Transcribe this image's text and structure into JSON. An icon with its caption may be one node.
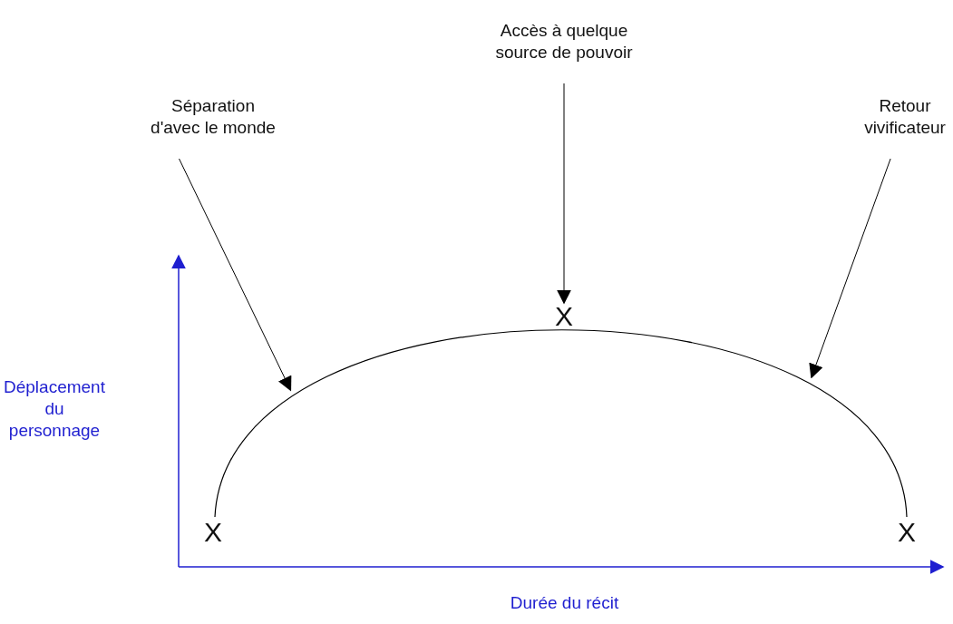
{
  "diagram": {
    "nodes": [
      {
        "text": [
          "Séparation d'avec le monde"
        ]
      },
      {
        "text": [
          "Accès à quelque source de pouvoir"
        ]
      },
      {
        "text": [
          "Retour vivificateur"
        ]
      },
      {
        "text": [
          "X"
        ]
      },
      {
        "text": [
          "X"
        ]
      },
      {
        "text": [
          "X"
        ]
      },
      {
        "text": [],
        "shape": "curve"
      }
    ],
    "edges": [
      {
        "from": 0,
        "to": 6,
        "arrow": "to"
      },
      {
        "from": 1,
        "to": 4,
        "arrow": "to"
      },
      {
        "from": 2,
        "to": 6,
        "arrow": "to"
      }
    ],
    "labels": [
      "Déplacement du personnage",
      "Durée du récit"
    ]
  }
}
